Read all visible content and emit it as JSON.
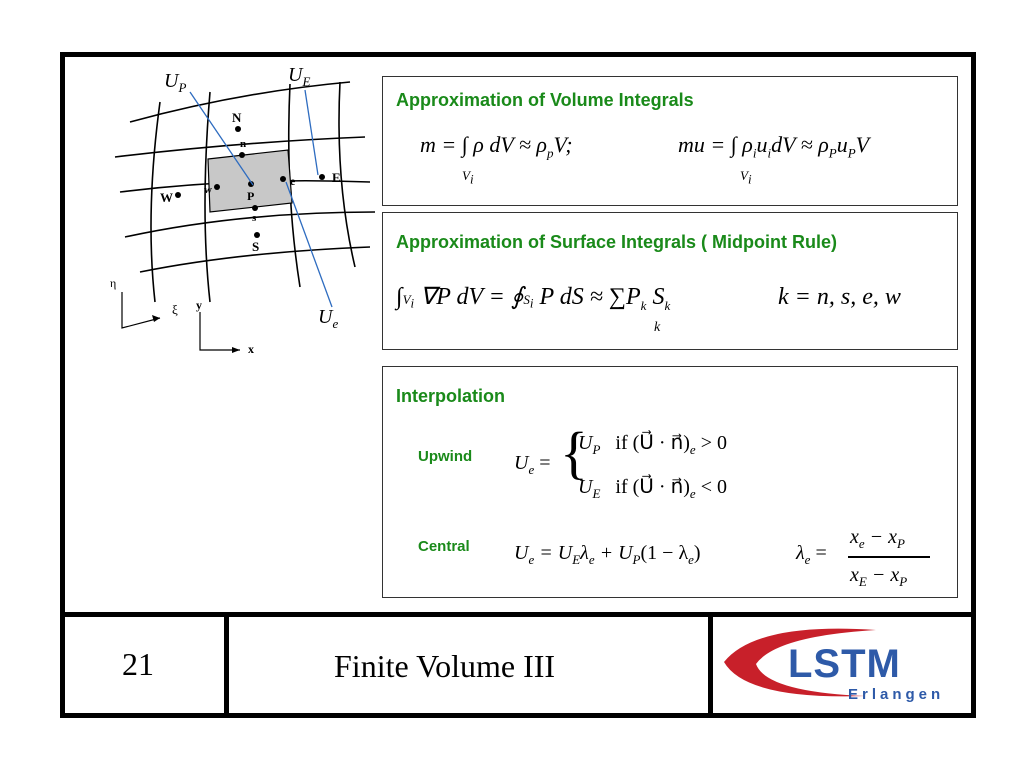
{
  "grid_labels": {
    "up": "U",
    "up_sub": "P",
    "ue_top": "U",
    "ue_top_sub": "E",
    "ue_bot": "U",
    "ue_bot_sub": "e",
    "N": "N",
    "n": "n",
    "W": "W",
    "w": "w",
    "P": "P",
    "e": "e",
    "E": "E",
    "s": "s",
    "S": "S",
    "eta": "η",
    "xi": "ξ",
    "y": "y",
    "x": "x"
  },
  "volume": {
    "heading": "Approximation of Volume Integrals",
    "eq1": "m = ∫ ρ dV ≈ ρ",
    "eq1_sub": "p",
    "eq1_tail": "V;",
    "eq1_limit": "V",
    "eq1_limit_sub": "i",
    "eq2": "mu = ∫ ρ",
    "eq2_sub1": "i",
    "eq2_mid": "u",
    "eq2_sub2": "i",
    "eq2_tail": "dV ≈ ρ",
    "eq2_sub3": "P",
    "eq2_u": "u",
    "eq2_sub4": "P",
    "eq2_v": "V",
    "eq2_limit": "V",
    "eq2_limit_sub": "i"
  },
  "surface": {
    "heading": "Approximation of Surface Integrals ( Midpoint Rule)",
    "eq_left": "∫",
    "eq_left_limit": "V",
    "eq_left_limit_sub": "i",
    "eq_body": "∇P dV = ∮",
    "eq_s_limit": "S",
    "eq_s_limit_sub": "i",
    "eq_body2": "P dS ≈ ∑P",
    "eq_sub_k": "k",
    "eq_S": "S",
    "eq_sub_k2": "k",
    "sum_limit": "k",
    "eq_k": "k = n, s, e, w"
  },
  "interp": {
    "heading": "Interpolation",
    "upwind_label": "Upwind",
    "central_label": "Central",
    "upwind_lhs": "U",
    "upwind_lhs_sub": "e",
    "upwind_lhs_eq": "=",
    "case1": "U",
    "case1_sub": "P",
    "case1_cond": "if  (U⃗ · n⃗)",
    "case1_cond_sub": "e",
    "case1_rel": "> 0",
    "case2": "U",
    "case2_sub": "E",
    "case2_cond": "if  (U⃗ · n⃗)",
    "case2_cond_sub": "e",
    "case2_rel": "< 0",
    "central_eq": "U",
    "central_eq_sub": "e",
    "central_mid": "= U",
    "central_mid_sub": "E",
    "central_lam": "λ",
    "central_lam_sub": "e",
    "central_plus": "+ U",
    "central_plus_sub": "P",
    "central_paren": "(1 − λ",
    "central_paren_sub": "e",
    "central_close": ")",
    "lam_lhs": "λ",
    "lam_lhs_sub": "e",
    "lam_eq": "=",
    "frac_num": "x",
    "frac_num_sub1": "e",
    "frac_num_mid": " − x",
    "frac_num_sub2": "P",
    "frac_den": "x",
    "frac_den_sub1": "E",
    "frac_den_mid": " − x",
    "frac_den_sub2": "P"
  },
  "footer": {
    "page_number": "21",
    "title": "Finite Volume III",
    "logo_text": "LSTM",
    "logo_sub": "Erlangen"
  },
  "colors": {
    "green": "#1a8a1a",
    "logo_red": "#c8202a",
    "logo_blue": "#2e5aa8"
  }
}
